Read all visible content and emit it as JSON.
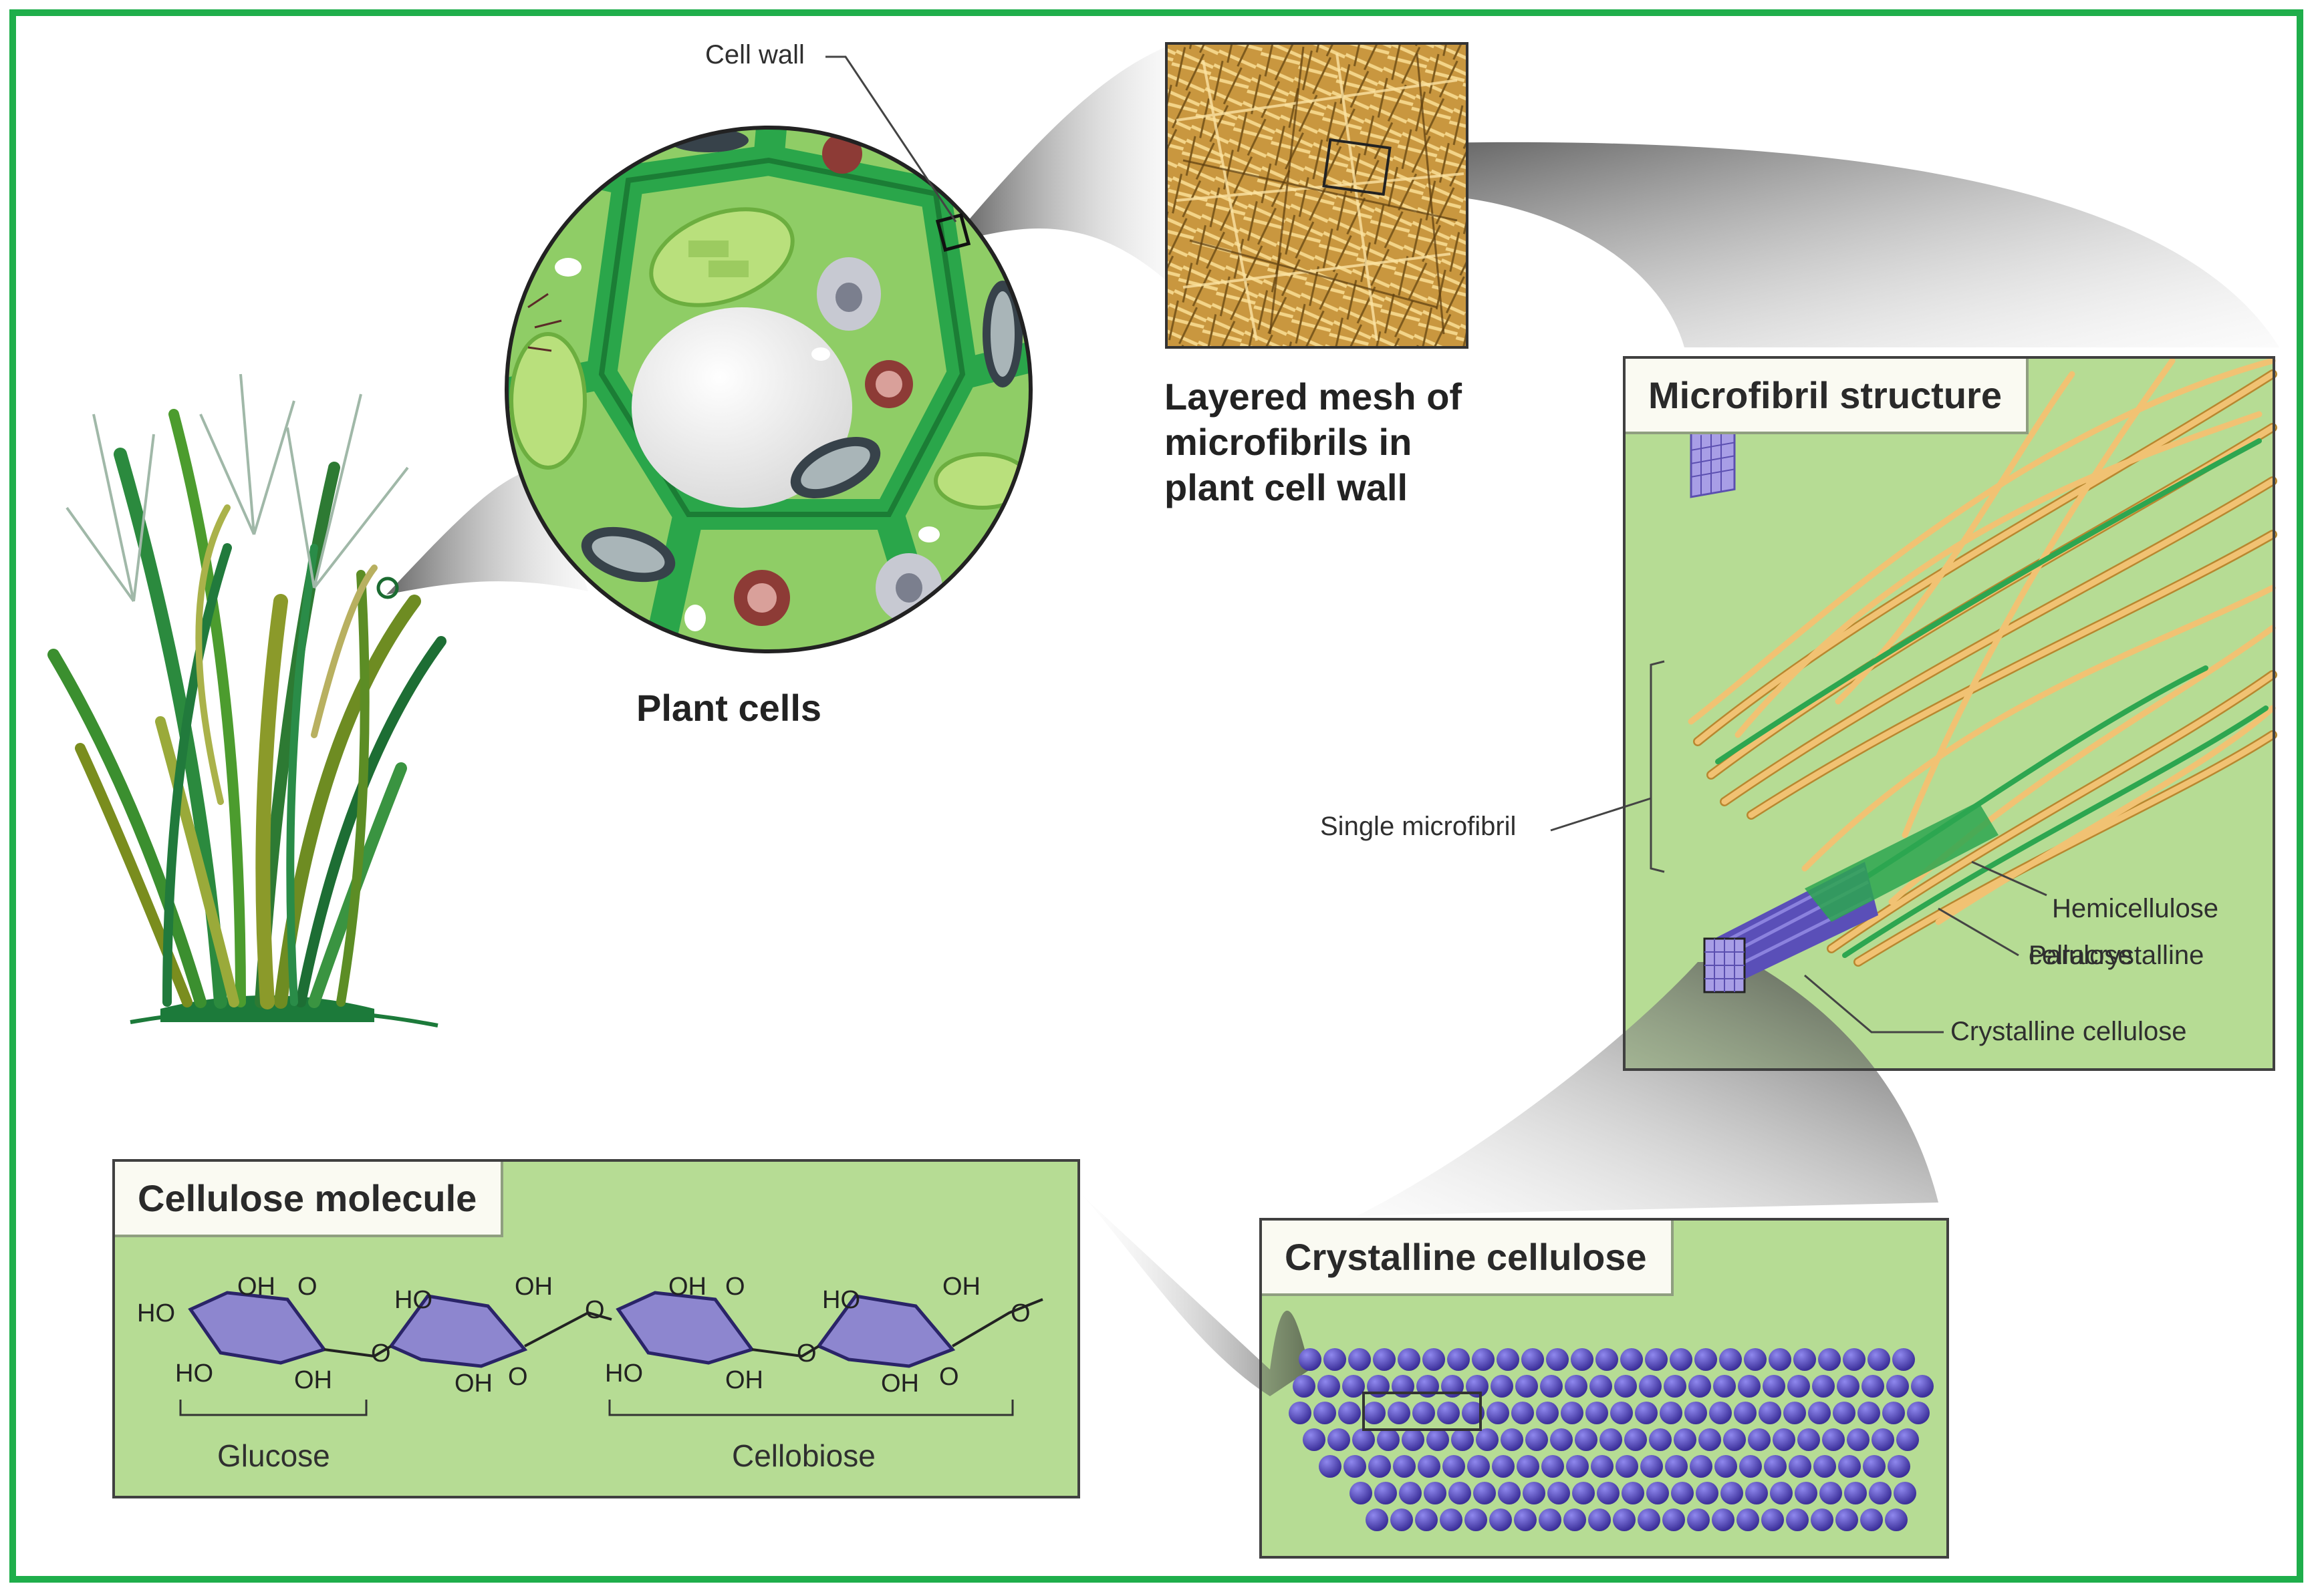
{
  "labels": {
    "cell_wall": "Cell wall",
    "plant_cells": "Plant cells",
    "mesh": [
      "Layered mesh of",
      "microfibrils in",
      "plant cell wall"
    ],
    "microfibril_structure": "Microfibril structure",
    "single_microfibril": "Single microfibril",
    "hemicellulose": "Hemicellulose",
    "paracrystalline": [
      "Paracrystalline",
      "cellulose"
    ],
    "crystalline_label": "Crystalline cellulose",
    "cellulose_molecule": "Cellulose molecule",
    "crystalline_panel": "Crystalline cellulose",
    "glucose": "Glucose",
    "cellobiose": "Cellobiose"
  },
  "chem": {
    "oh": "OH",
    "ho": "HO",
    "o": "O"
  },
  "colors": {
    "frame": "#1fae4b",
    "panel_bg": "#b6dc94",
    "cell_green": "#8fcd66",
    "wall_green": "#2aa64a",
    "fibril_tan": "#e8b25a",
    "crystal_blue": "#5a4fb8",
    "sugar_purple": "#8d86cf"
  }
}
